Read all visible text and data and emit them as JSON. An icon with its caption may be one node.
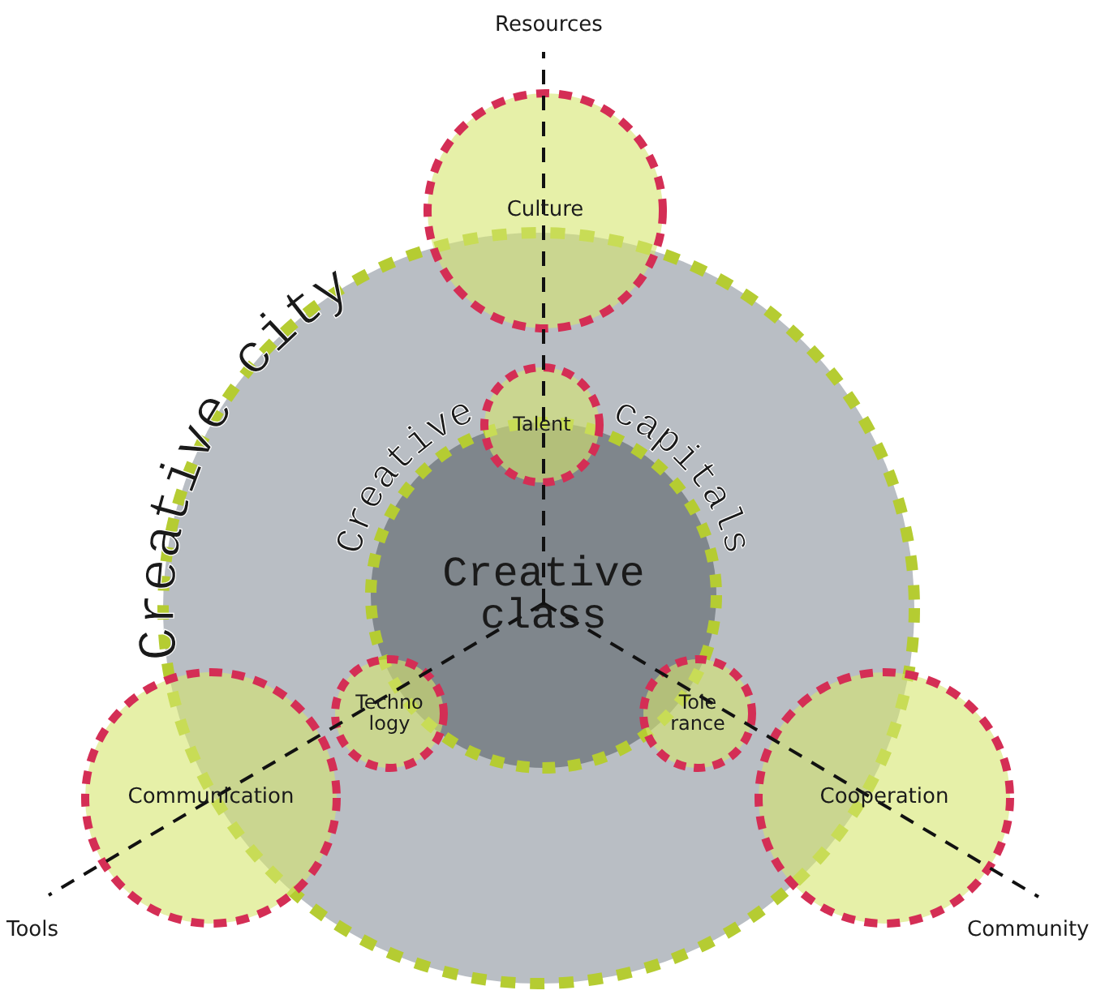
{
  "diagram": {
    "nodes": [
      {
        "text": [
          "Creative city"
        ]
      },
      {
        "text": [
          "Creative",
          "capitals",
          "Creative class"
        ],
        "in": 0
      },
      {
        "text": [
          "Culture"
        ]
      },
      {
        "text": [
          "Talent"
        ],
        "in": 0
      },
      {
        "text": [
          "Techno logy"
        ],
        "in": 0
      },
      {
        "text": [
          "Tole rance"
        ],
        "in": 0
      },
      {
        "text": [
          "Communication"
        ]
      },
      {
        "text": [
          "Cooperation"
        ]
      }
    ],
    "labels": [
      "Resources",
      "Tools",
      "Community"
    ]
  }
}
